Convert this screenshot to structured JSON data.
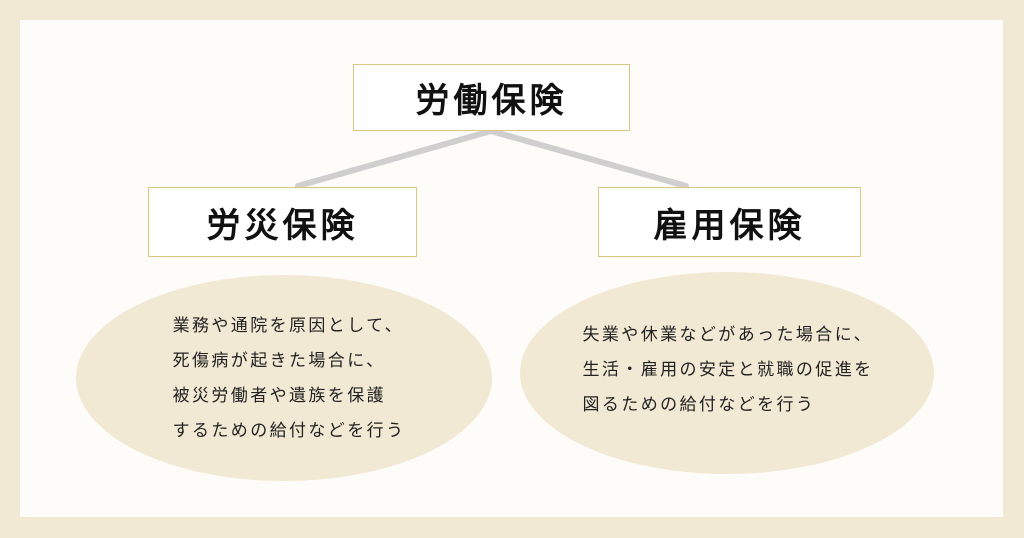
{
  "colors": {
    "outer_background": "#f2e9d4",
    "panel_background": "#fdfcf8",
    "box_border": "#dcc583",
    "connector": "#cfcfcf",
    "ellipse_fill": "#f2e9d4",
    "text": "#111111"
  },
  "root": {
    "label": "労働保険"
  },
  "children": [
    {
      "label": "労災保険",
      "description": [
        "業務や通院を原因として、",
        "死傷病が起きた場合に、",
        "被災労働者や遺族を保護",
        "するための給付などを行う"
      ]
    },
    {
      "label": "雇用保険",
      "description": [
        "失業や休業などがあった場合に、",
        "生活・雇用の安定と就職の促進を",
        "図るための給付などを行う"
      ]
    }
  ]
}
